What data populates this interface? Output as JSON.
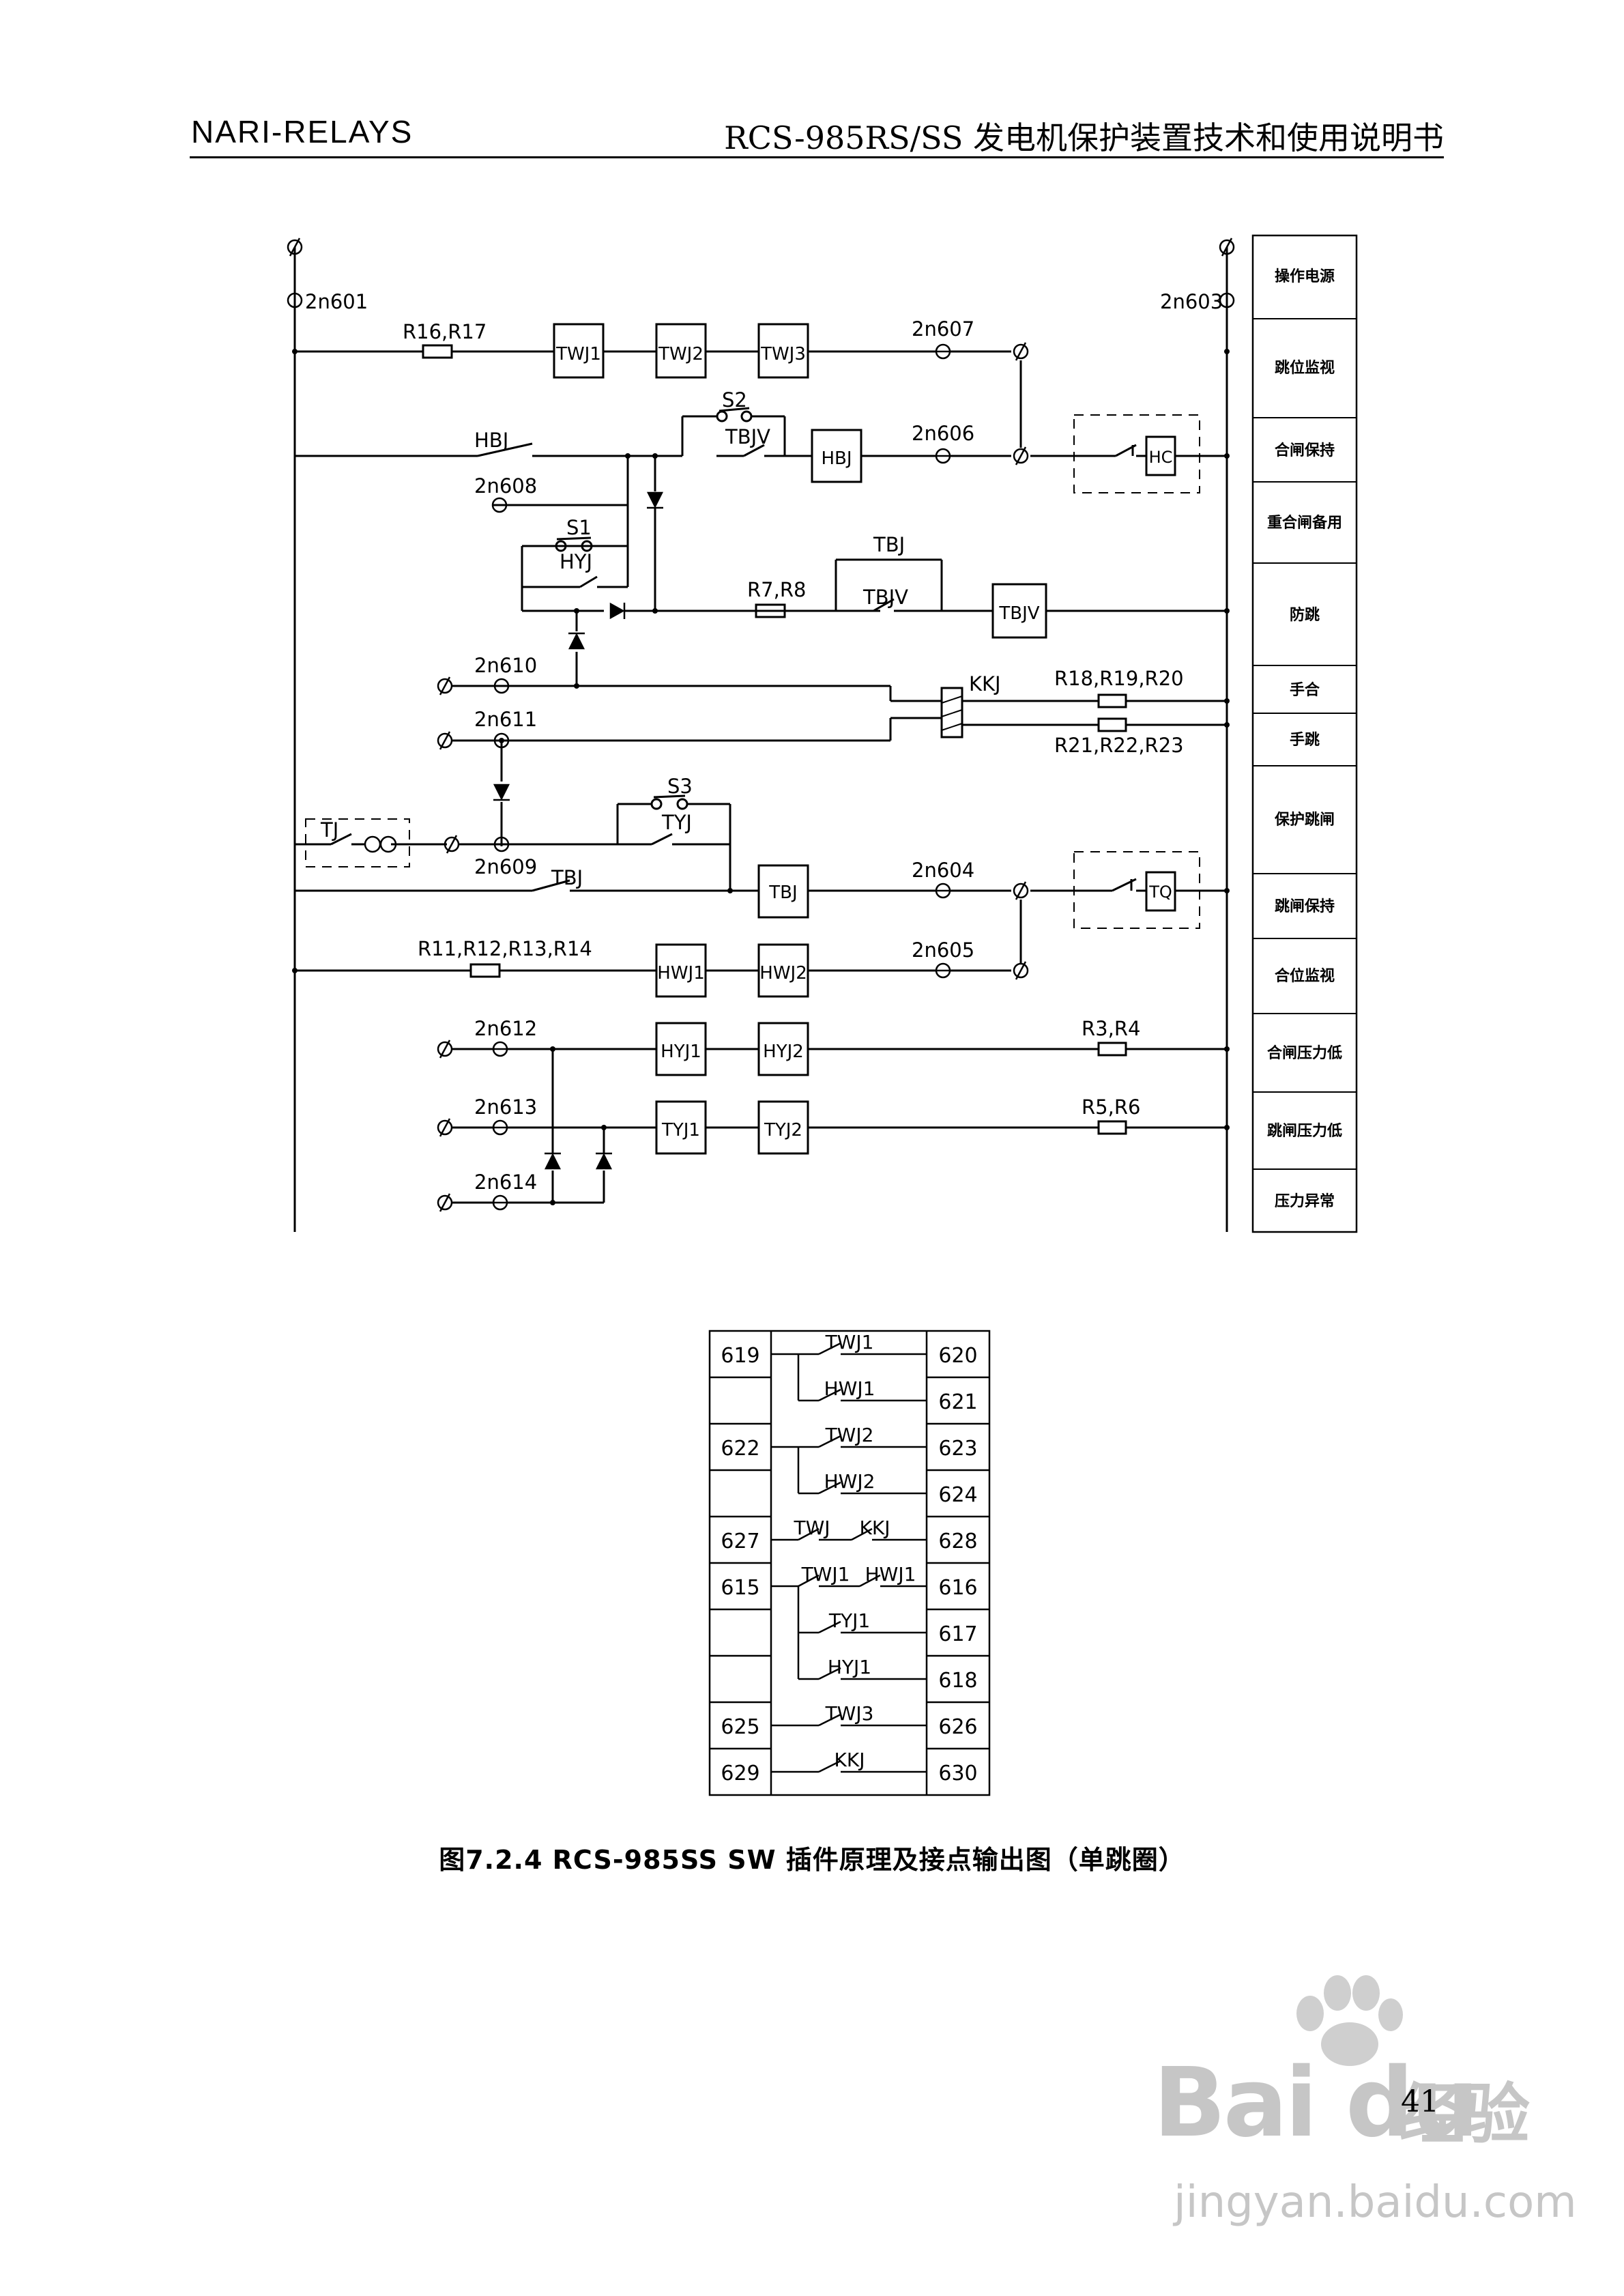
{
  "header": {
    "left": "NARI-RELAYS",
    "right": "RCS-985RS/SS 发电机保护装置技术和使用说明书"
  },
  "terminals": {
    "n601": "2n601",
    "n603": "2n603",
    "n604": "2n604",
    "n605": "2n605",
    "n606": "2n606",
    "n607": "2n607",
    "n608": "2n608",
    "n609": "2n609",
    "n610": "2n610",
    "n611": "2n611",
    "n612": "2n612",
    "n613": "2n613",
    "n614": "2n614"
  },
  "components": {
    "r16r17": "R16,R17",
    "twj1": "TWJ1",
    "twj2": "TWJ2",
    "twj3": "TWJ3",
    "hbj_contact": "HBJ",
    "s2": "S2",
    "tbjv_contact": "TBJV",
    "hbj": "HBJ",
    "hc": "HC",
    "s1": "S1",
    "hyj_contact": "HYJ",
    "r7r8": "R7,R8",
    "tbj_contact": "TBJ",
    "tbjv_contact2": "TBJV",
    "tbjv": "TBJV",
    "kkj": "KKJ",
    "r18": "R18,R19,R20",
    "r21": "R21,R22,R23",
    "tj": "TJ",
    "s3": "S3",
    "tyj_contact": "TYJ",
    "tbj_contact2": "TBJ",
    "tbj": "TBJ",
    "tq": "TQ",
    "r11": "R11,R12,R13,R14",
    "hwj1": "HWJ1",
    "hwj2": "HWJ2",
    "hyj1": "HYJ1",
    "hyj2": "HYJ2",
    "r3r4": "R3,R4",
    "tyj1": "TYJ1",
    "tyj2": "TYJ2",
    "r5r6": "R5,R6"
  },
  "side_labels": [
    "操作电源",
    "跳位监视",
    "合闸保持",
    "重合闸备用",
    "防跳",
    "手合",
    "手跳",
    "保护跳闸",
    "跳闸保持",
    "合位监视",
    "合闸压力低",
    "跳闸压力低",
    "压力异常"
  ],
  "contact_table": {
    "left": [
      "619",
      "",
      "622",
      "",
      "627",
      "615",
      "",
      "",
      "625",
      "629"
    ],
    "right": [
      "620",
      "621",
      "623",
      "624",
      "628",
      "616",
      "617",
      "618",
      "626",
      "630"
    ],
    "contacts": {
      "twj1": "TWJ1",
      "hwj1": "HWJ1",
      "twj2": "TWJ2",
      "hwj2": "HWJ2",
      "twj": "TWJ",
      "kkj": "KKJ",
      "twj1b": "TWJ1",
      "hwj1b": "HWJ1",
      "tyj1": "TYJ1",
      "hyj1": "HYJ1",
      "twj3": "TWJ3",
      "kkj2": "KKJ"
    }
  },
  "caption": "图7.2.4 RCS-985SS SW 插件原理及接点输出图（单跳圈）",
  "page_number": "41",
  "watermark": {
    "logo": "Bai du",
    "cn": "经验",
    "url": "jingyan.baidu.com"
  }
}
